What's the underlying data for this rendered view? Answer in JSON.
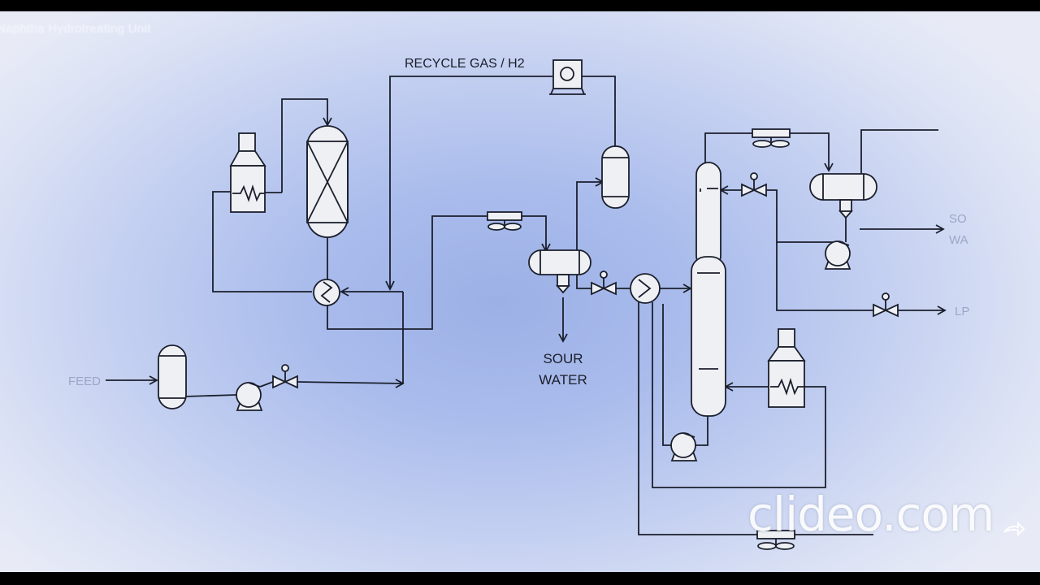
{
  "video": {
    "title": "Naphtha Hydrotreating Unit"
  },
  "labels": {
    "recycle_gas": "RECYCLE GAS / H2",
    "sour_water_line1": "SOUR",
    "sour_water_line2": "WATER",
    "feed": "FEED",
    "right_sour_1": "SO",
    "right_sour_2": "WA",
    "lpg": "LP"
  },
  "watermark": {
    "text": "clideo.com"
  },
  "icons": [
    "compressor-icon",
    "reactor-icon",
    "furnace-icon",
    "heat-exchanger-icon",
    "pump-icon",
    "control-valve-icon",
    "air-cooler-icon",
    "drum-icon",
    "column-icon",
    "skip-arrow-icon"
  ]
}
